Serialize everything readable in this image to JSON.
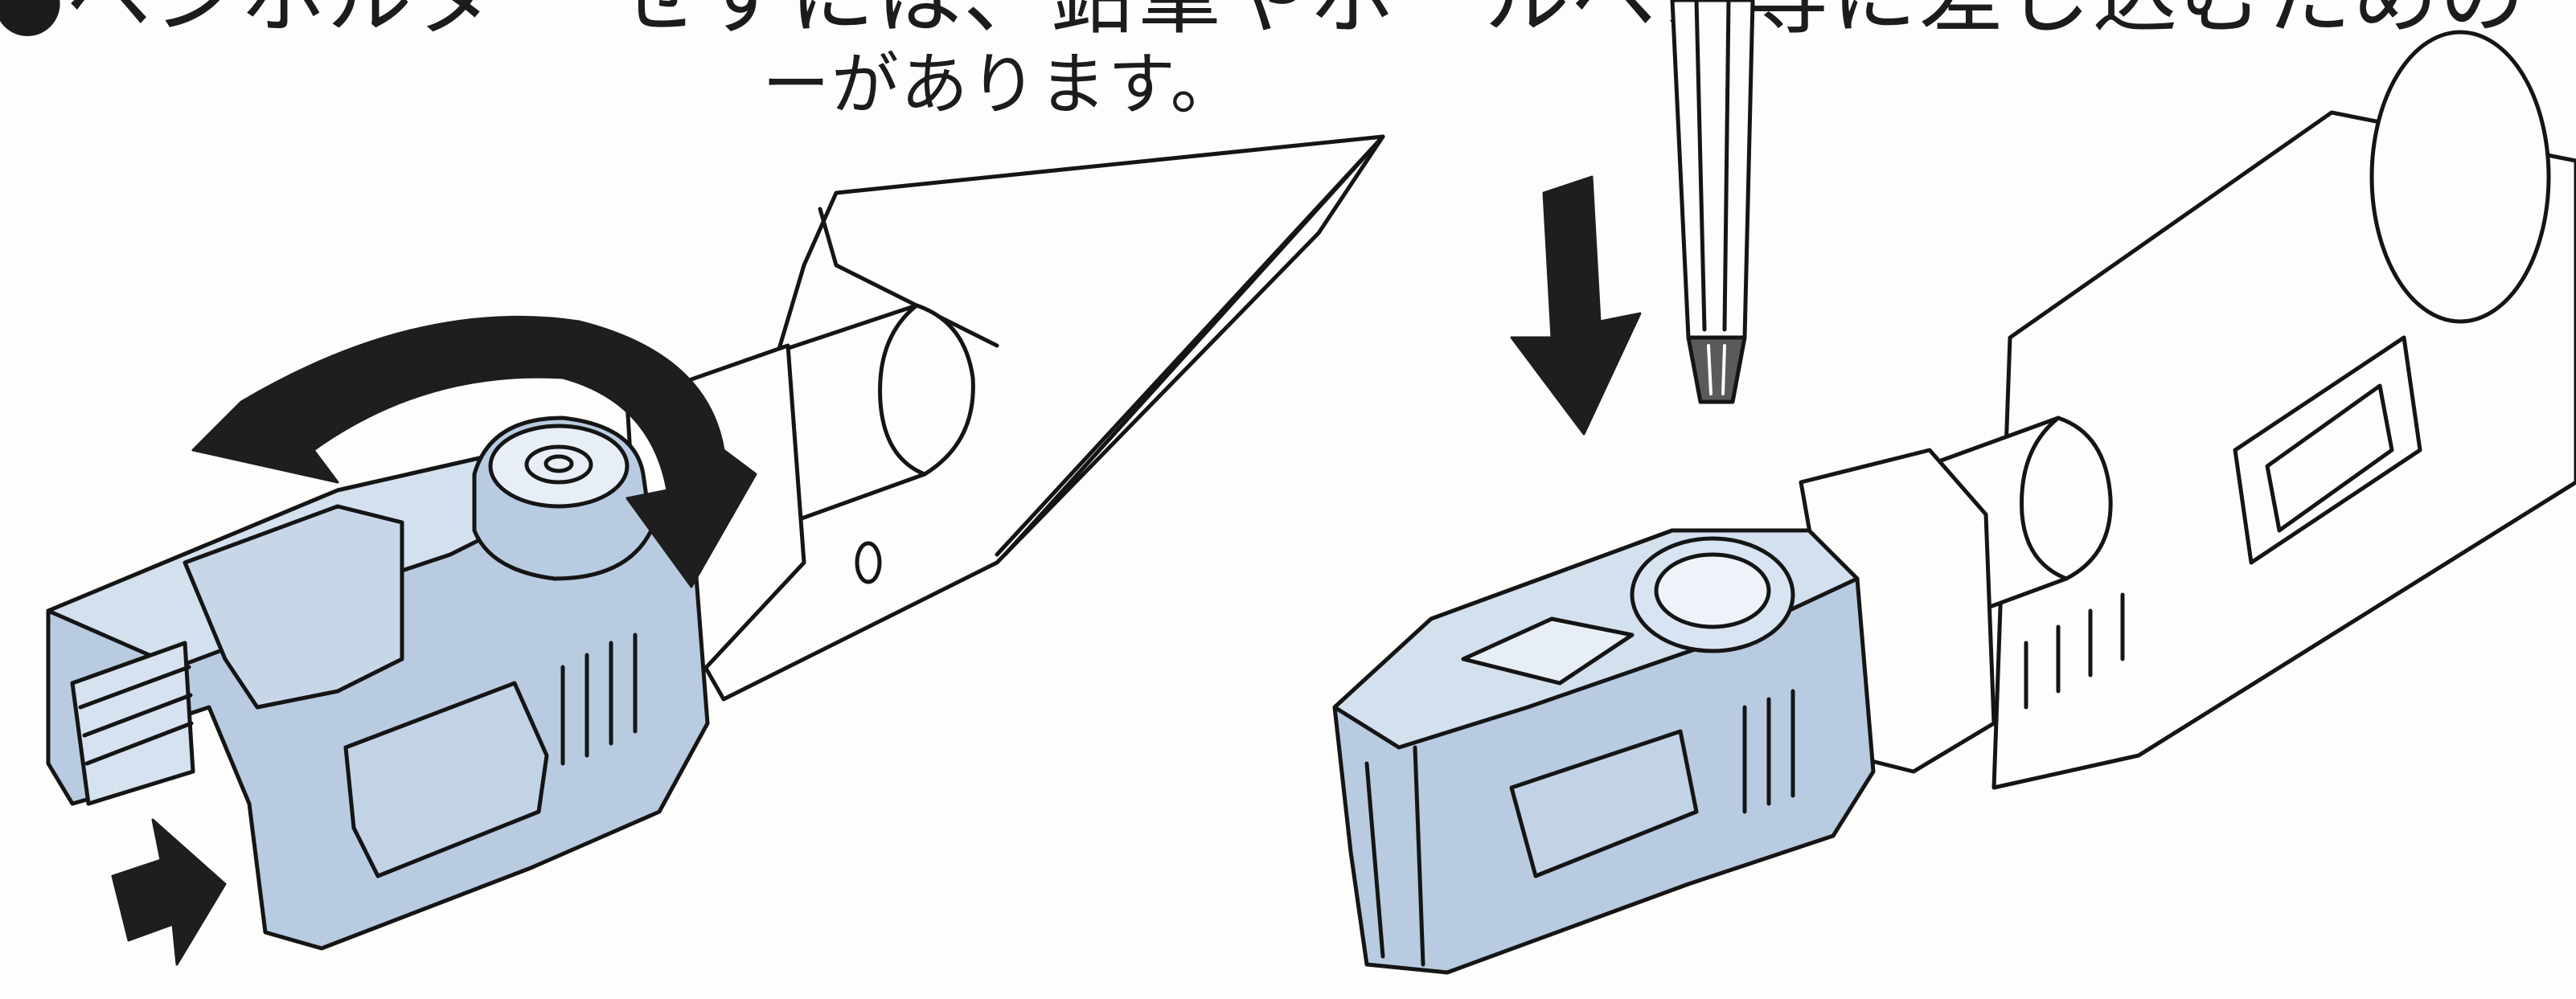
{
  "caption": {
    "line_1": "●ペンホルダー        せずには、鉛筆やボールペン等に差し込むための",
    "line_2": "ーがあります。"
  },
  "colors": {
    "holder_fill": "#b8cbe0",
    "holder_shadow": "#9fb5cc",
    "line": "#151515",
    "paper": "#fdfdfb",
    "arrow": "#1e1e1e"
  },
  "illustrations": [
    {
      "name": "holder-open-view",
      "shows": "pen holder clip opened by rotating the latch"
    },
    {
      "name": "holder-closed-view",
      "shows": "pen inserted into the holder socket"
    }
  ]
}
